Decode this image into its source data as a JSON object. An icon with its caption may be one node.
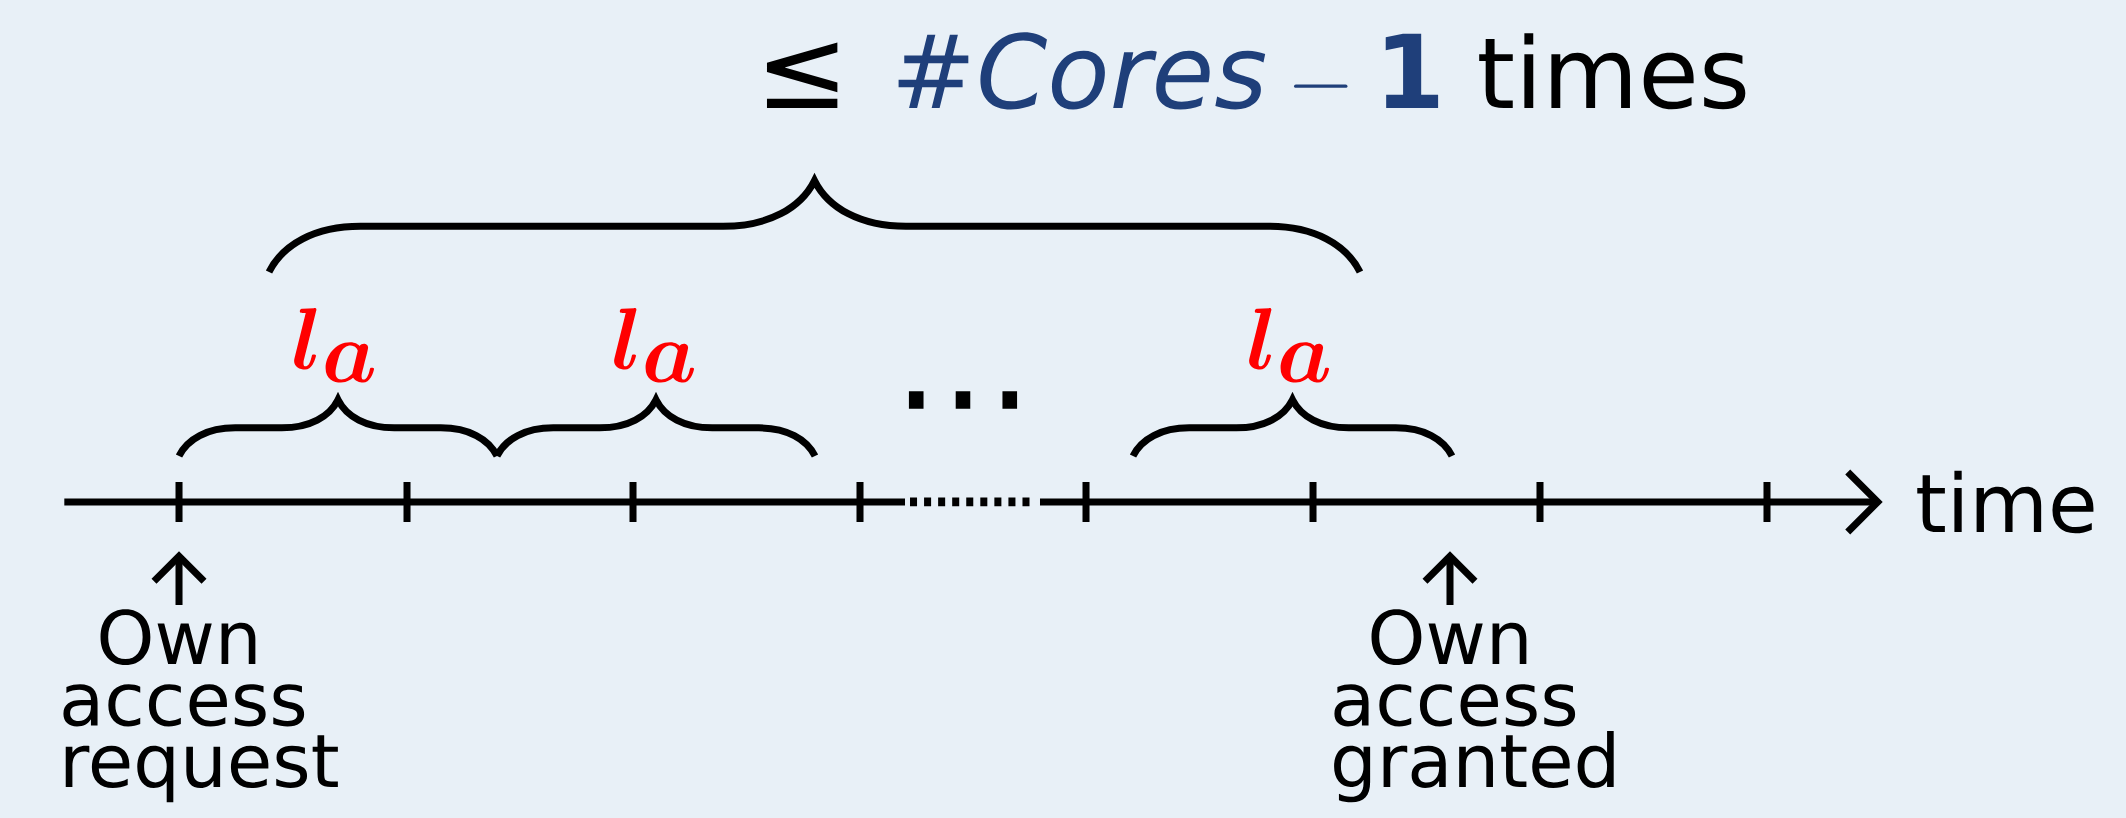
{
  "diagram": {
    "nodes": [
      {
        "text": [
          "Own access request"
        ]
      },
      {
        "text": [
          "Own access granted"
        ]
      },
      {
        "text": [],
        "shape": "line",
        "beside": [
          "time"
        ]
      }
    ],
    "edges": [
      {
        "from": 0,
        "to": 2,
        "arrow": "to"
      },
      {
        "from": 1,
        "to": 2,
        "arrow": "to"
      }
    ],
    "labels": [
      "≤",
      "\\#\\mathit{Cores} - \\mathbf{1}",
      "times",
      "\\boldsymbol{l_a}",
      "\\boldsymbol{l_a}",
      "\\boldsymbol{l_a}",
      "…"
    ]
  }
}
